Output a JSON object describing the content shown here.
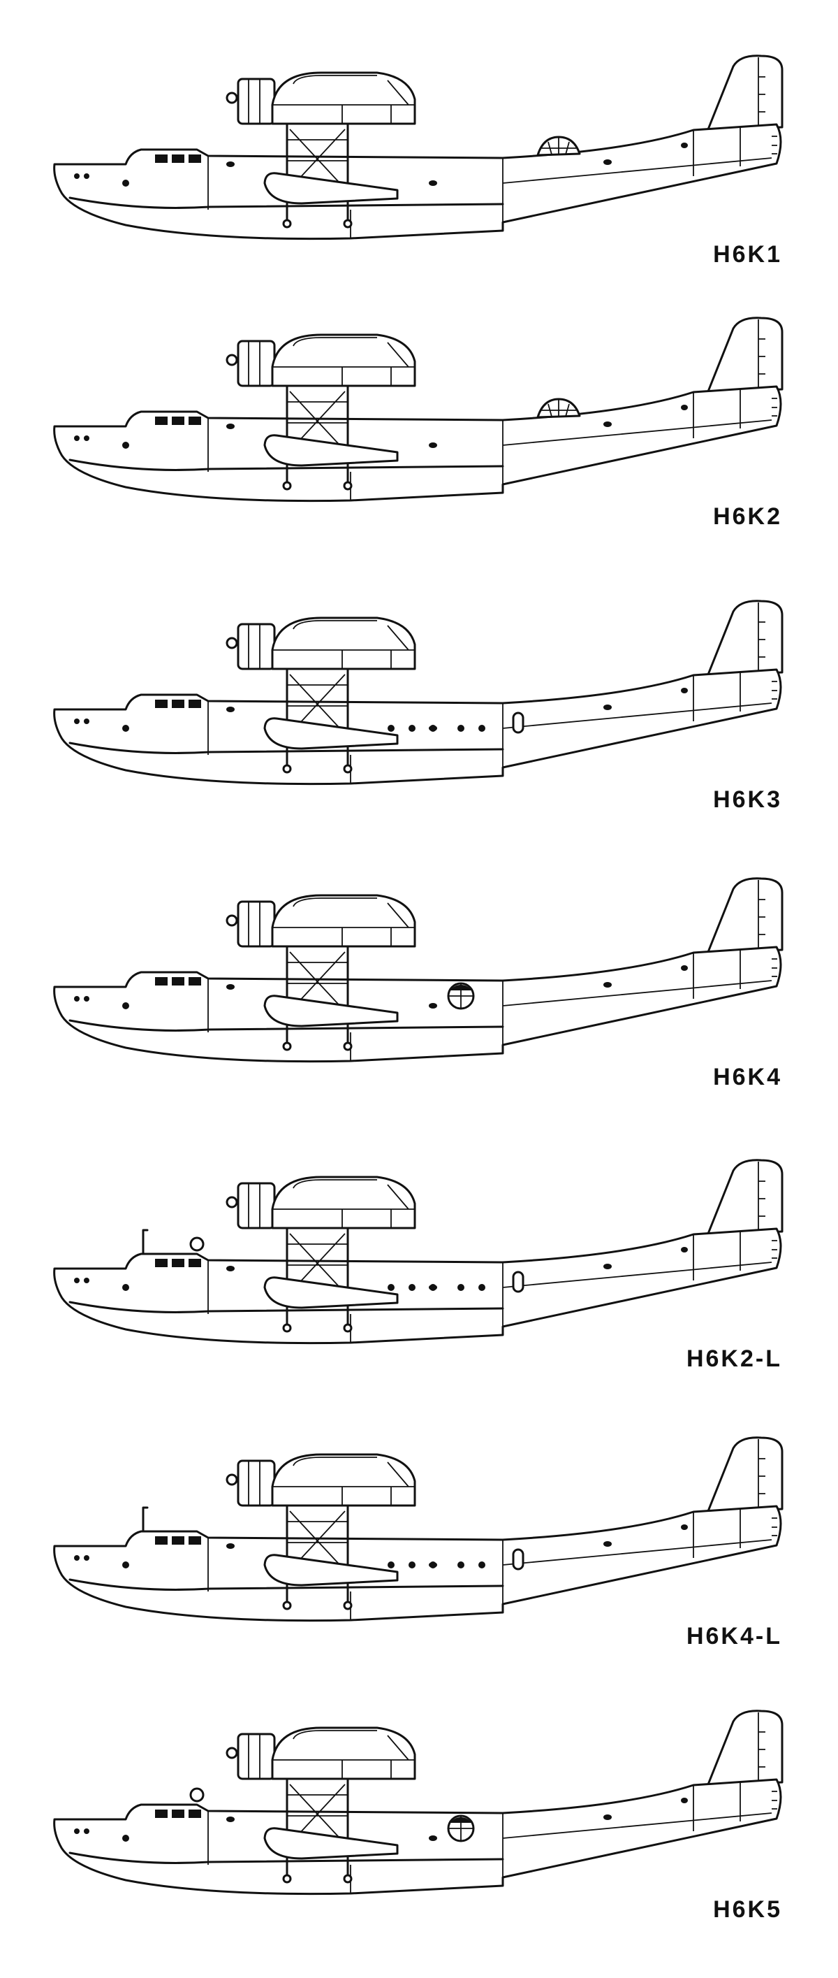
{
  "title": "H6K variants side profiles",
  "variants": [
    {
      "label": "H6K1",
      "turret": true,
      "portholes": false,
      "roundel": false,
      "mast": false,
      "ball": false
    },
    {
      "label": "H6K2",
      "turret": true,
      "portholes": false,
      "roundel": false,
      "mast": false,
      "ball": false
    },
    {
      "label": "H6K3",
      "turret": false,
      "portholes": true,
      "roundel": false,
      "mast": false,
      "ball": false
    },
    {
      "label": "H6K4",
      "turret": false,
      "portholes": false,
      "roundel": true,
      "mast": false,
      "ball": false
    },
    {
      "label": "H6K2-L",
      "turret": false,
      "portholes": true,
      "roundel": false,
      "mast": true,
      "ball": true
    },
    {
      "label": "H6K4-L",
      "turret": false,
      "portholes": true,
      "roundel": false,
      "mast": true,
      "ball": false
    },
    {
      "label": "H6K5",
      "turret": false,
      "portholes": false,
      "roundel": true,
      "mast": false,
      "ball": true
    }
  ]
}
